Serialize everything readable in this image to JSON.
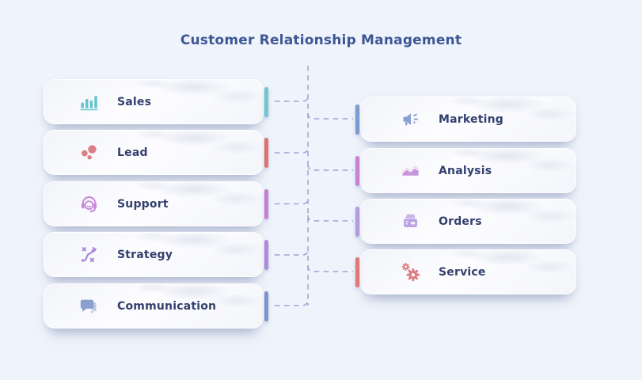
{
  "title": "Customer Relationship Management",
  "colors": {
    "page_background": "#EFF3FB",
    "title": "#3D5795",
    "label": "#33406E",
    "connector": "#8A99C9"
  },
  "left_cards": [
    {
      "label": "Sales",
      "icon": "bar-chart-icon",
      "accent": "#6EC8CE",
      "icon_color": "#63C5CD"
    },
    {
      "label": "Lead",
      "icon": "dots-cluster-icon",
      "accent": "#E0716B",
      "icon_color": "#DC7F84"
    },
    {
      "label": "Support",
      "icon": "headset-agent-icon",
      "accent": "#C77FD4",
      "icon_color": "#C787D8"
    },
    {
      "label": "Strategy",
      "icon": "route-strategy-icon",
      "accent": "#AC8BDC",
      "icon_color": "#A98ADC"
    },
    {
      "label": "Communication",
      "icon": "chat-bubbles-icon",
      "accent": "#7C95CF",
      "icon_color": "#8BA0CE"
    }
  ],
  "right_cards": [
    {
      "label": "Marketing",
      "icon": "megaphone-icon",
      "accent": "#7B9BD2",
      "icon_color": "#8BA0CE"
    },
    {
      "label": "Analysis",
      "icon": "area-chart-icon",
      "accent": "#C583D6",
      "icon_color": "#C795DA"
    },
    {
      "label": "Orders",
      "icon": "receipt-printer-icon",
      "accent": "#B49BE0",
      "icon_color": "#BBA0E2"
    },
    {
      "label": "Service",
      "icon": "gears-icon",
      "accent": "#E07878",
      "icon_color": "#DC7F84"
    }
  ]
}
